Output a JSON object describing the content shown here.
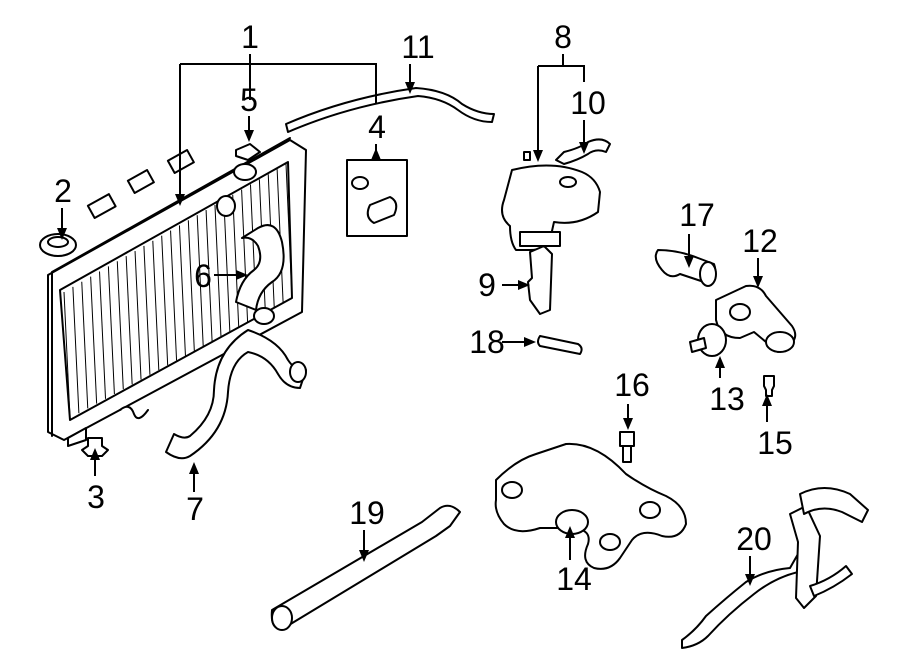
{
  "callouts": [
    {
      "key": "c1",
      "label": "1"
    },
    {
      "key": "c2",
      "label": "2"
    },
    {
      "key": "c3",
      "label": "3"
    },
    {
      "key": "c4",
      "label": "4"
    },
    {
      "key": "c5",
      "label": "5"
    },
    {
      "key": "c6",
      "label": "6"
    },
    {
      "key": "c7",
      "label": "7"
    },
    {
      "key": "c8",
      "label": "8"
    },
    {
      "key": "c9",
      "label": "9"
    },
    {
      "key": "c10",
      "label": "10"
    },
    {
      "key": "c11",
      "label": "11"
    },
    {
      "key": "c12",
      "label": "12"
    },
    {
      "key": "c13",
      "label": "13"
    },
    {
      "key": "c14",
      "label": "14"
    },
    {
      "key": "c15",
      "label": "15"
    },
    {
      "key": "c16",
      "label": "16"
    },
    {
      "key": "c17",
      "label": "17"
    },
    {
      "key": "c18",
      "label": "18"
    },
    {
      "key": "c19",
      "label": "19"
    },
    {
      "key": "c20",
      "label": "20"
    }
  ]
}
